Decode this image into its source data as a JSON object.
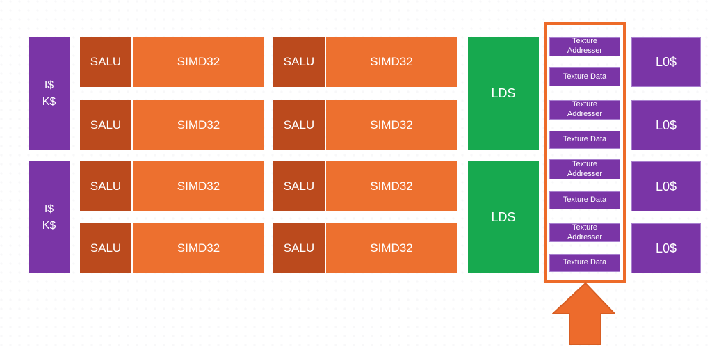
{
  "diagram_type": "gpu-compute-unit-block-diagram",
  "colors": {
    "cache_purple": "#7A35A6",
    "salu_dark_orange": "#BB4A1D",
    "simd_orange": "#ED702F",
    "lds_green": "#17A94F",
    "highlight_orange": "#ED6B29",
    "label_text": "#FFFFFF"
  },
  "cache_column": [
    {
      "lines": [
        "I$",
        "K$"
      ]
    },
    {
      "lines": [
        "I$",
        "K$"
      ]
    }
  ],
  "compute_grid": {
    "rows": [
      {
        "cells": [
          "SALU",
          "SIMD32",
          "SALU",
          "SIMD32"
        ]
      },
      {
        "cells": [
          "SALU",
          "SIMD32",
          "SALU",
          "SIMD32"
        ]
      },
      {
        "cells": [
          "SALU",
          "SIMD32",
          "SALU",
          "SIMD32"
        ]
      },
      {
        "cells": [
          "SALU",
          "SIMD32",
          "SALU",
          "SIMD32"
        ]
      }
    ]
  },
  "lds_column": [
    {
      "label": "LDS"
    },
    {
      "label": "LDS"
    }
  ],
  "texture_column": {
    "highlighted": true,
    "blocks": [
      {
        "label": "Texture Addresser"
      },
      {
        "label": "Texture Data"
      },
      {
        "label": "Texture Addresser"
      },
      {
        "label": "Texture Data"
      },
      {
        "label": "Texture Addresser"
      },
      {
        "label": "Texture Data"
      },
      {
        "label": "Texture Addresser"
      },
      {
        "label": "Texture Data"
      }
    ]
  },
  "l0_column": [
    {
      "label": "L0$"
    },
    {
      "label": "L0$"
    },
    {
      "label": "L0$"
    },
    {
      "label": "L0$"
    }
  ],
  "annotation": {
    "shape": "up-arrow",
    "fill": "#ED6B2C",
    "stroke": "#D85E23"
  }
}
